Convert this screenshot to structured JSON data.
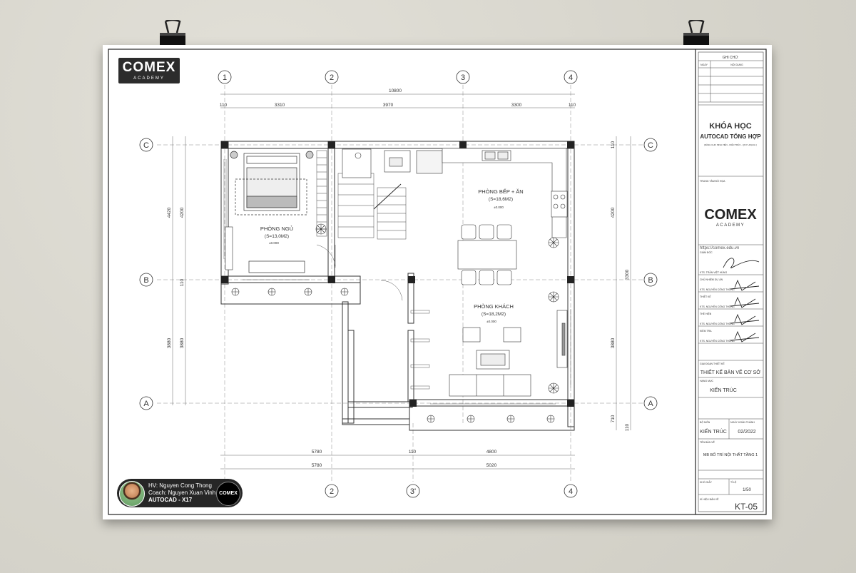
{
  "brand": {
    "logo_text": "COMEX",
    "logo_sub": "ACADEMY"
  },
  "student": {
    "name": "HV: Nguyen Cong Thong",
    "coach": "Coach: Nguyen Xuan Vinh",
    "course": "AUTOCAD - X17",
    "badge": "COMEX"
  },
  "plan": {
    "grid_top": [
      "1",
      "2",
      "3",
      "4"
    ],
    "grid_bottom": [
      "2",
      "3'",
      "4"
    ],
    "grid_side": [
      "C",
      "B",
      "A"
    ],
    "dims_top_total": "10800",
    "dims_top": [
      "110",
      "3310",
      "3970",
      "3300",
      "110"
    ],
    "dims_left": [
      "4420",
      "4200",
      "110",
      "3880",
      "3880"
    ],
    "dims_right": [
      "110",
      "4200",
      "3300",
      "3880",
      "710",
      "110"
    ],
    "dims_bottom_1": [
      "5780",
      "110",
      "4800"
    ],
    "dims_bottom_2": [
      "5780",
      "5020"
    ],
    "rooms": {
      "bedroom": {
        "name": "PHÒNG NGỦ",
        "area": "(S=13,0M2)",
        "level": "±0.000"
      },
      "kitchen": {
        "name": "PHÒNG BẾP + ĂN",
        "area": "(S=18,6M2)",
        "level": "±0.000"
      },
      "living": {
        "name": "PHÒNG KHÁCH",
        "area": "(S=18,2M2)",
        "level": "±0.000"
      }
    }
  },
  "title_block": {
    "notes_title": "GHI CHÚ:",
    "notes_col1": "NGÀY",
    "notes_col2": "NỘI DUNG",
    "course_title1": "KHÓA HỌC",
    "course_title2": "AUTOCAD TỔNG HỢP",
    "course_sub": "(DÀNH CHO SINH VIÊN - KIẾN TRÚC - QUY HOẠCH )",
    "center_label": "TRUNG TÂM ĐỒ HỌA",
    "website": "https://comex.edu.vn",
    "director_label": "GIÁM ĐỐC",
    "director_name": "KTS. TRẦN VIỆT HÙNG",
    "project_lead_label": "CHỦ NHIỆM DỰ ÁN",
    "project_lead_name": "KTS. NGUYỄN CÔNG THÔNG",
    "design_label": "THIẾT KẾ",
    "design_name": "KTS. NGUYỄN CÔNG THÔNG",
    "draw_label": "THỂ HIỆN",
    "draw_name": "KTS. NGUYỄN CÔNG THÔNG",
    "check_label": "KIỂM TRA",
    "check_name": "KTS. NGUYỄN CÔNG THÔNG",
    "phase_label": "GIAI ĐOẠN THIẾT KẾ",
    "phase_value": "THIẾT KẾ BẢN VẼ CƠ SỞ",
    "category_label": "HẠNG MỤC",
    "category_value": "KIẾN TRÚC",
    "dept_label": "BỘ MÔN",
    "dept_value": "KIẾN TRÚC",
    "date_label": "NGÀY HOÀN THÀNH",
    "date_value": "02/2022",
    "drawing_label": "TÊN BẢN VẼ",
    "drawing_value": "MB BỐ TRÍ NỘI THẤT TẦNG 1",
    "paper_label": "KHỔ GIẤY",
    "scale_label": "TỈ LỆ",
    "scale_value": "1/50",
    "code_label": "KÍ HIỆU BẢN VẼ",
    "code_value": "KT-05"
  }
}
